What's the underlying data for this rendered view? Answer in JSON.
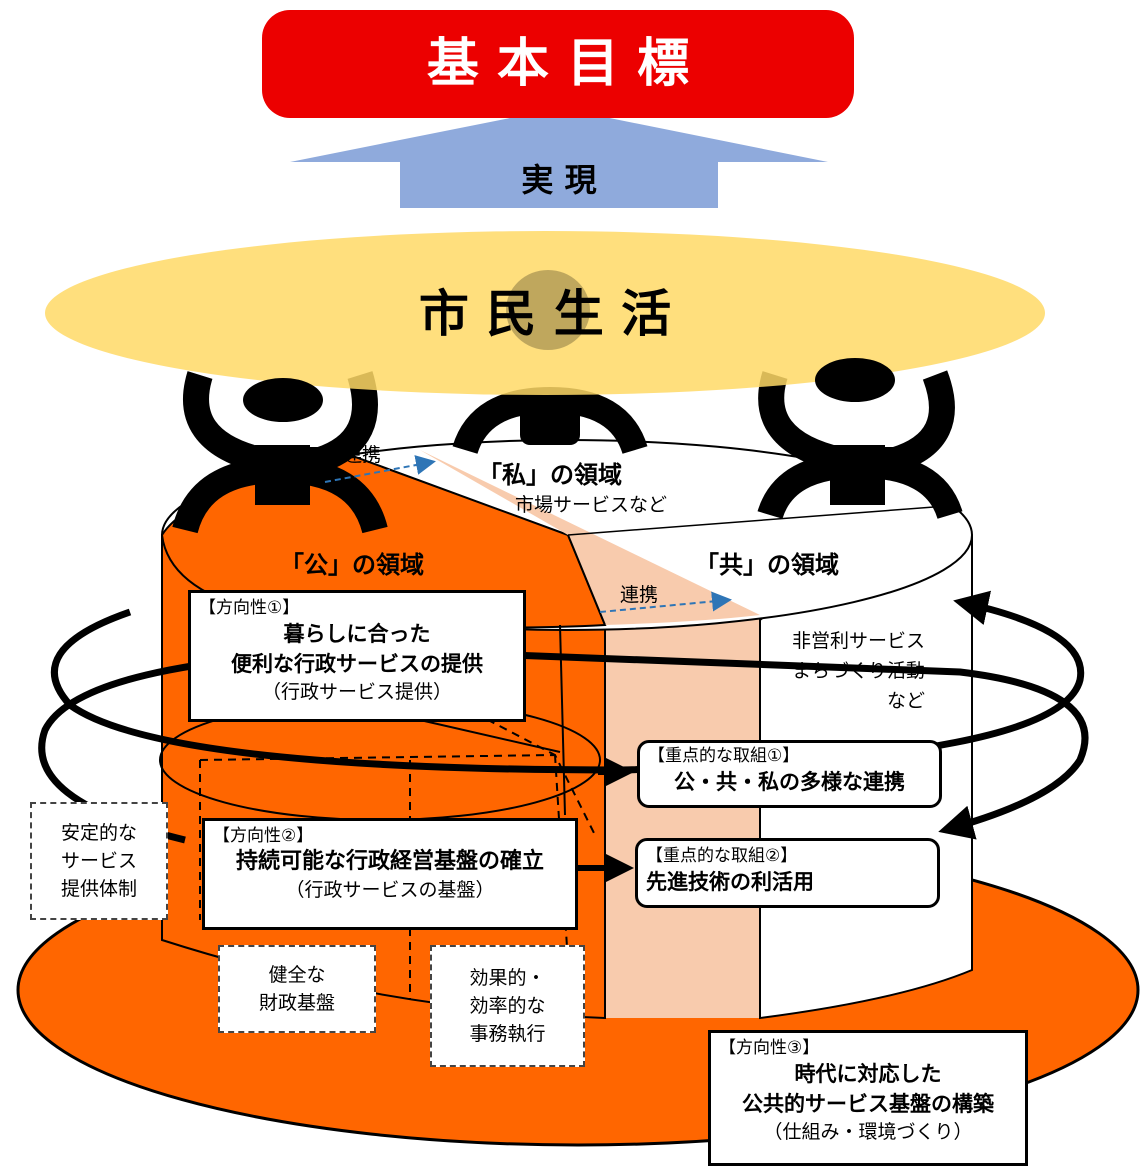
{
  "goal": {
    "title": "基 本 目 標",
    "color": "#ec0000"
  },
  "arrow": {
    "label": "実 現",
    "color": "#8faadc"
  },
  "life": {
    "title": "市 民 生 活",
    "color": "#ffd966"
  },
  "domains": {
    "public": {
      "label": "「公」の領域",
      "color": "#ff6600"
    },
    "private": {
      "label": "「私」の領域",
      "note": "市場サービスなど",
      "color": "#f8cbad"
    },
    "common": {
      "label": "「共」の領域",
      "note_lines": [
        "非営利サービス",
        "まちづくり活動",
        "など"
      ]
    }
  },
  "links": {
    "top": "連携",
    "middle": "連携"
  },
  "direction1": {
    "tag": "【方向性①】",
    "lines": [
      "暮らしに合った",
      "便利な行政サービスの提供"
    ],
    "sub": "（行政サービス提供）"
  },
  "direction2": {
    "tag": "【方向性②】",
    "main": "持続可能な行政経営基盤の確立",
    "sub": "（行政サービスの基盤）"
  },
  "direction3": {
    "tag": "【方向性③】",
    "lines": [
      "時代に対応した",
      "公共的サービス基盤の構築"
    ],
    "sub": "（仕組み・環境づくり）"
  },
  "focus1": {
    "tag": "【重点的な取組①】",
    "main": "公・共・私の多様な連携"
  },
  "focus2": {
    "tag": "【重点的な取組②】",
    "main": "先進技術の利活用"
  },
  "foundations": {
    "stable": [
      "安定的な",
      "サービス",
      "提供体制"
    ],
    "finance": [
      "健全な",
      "財政基盤"
    ],
    "efficient": [
      "効果的・",
      "効率的な",
      "事務執行"
    ]
  }
}
